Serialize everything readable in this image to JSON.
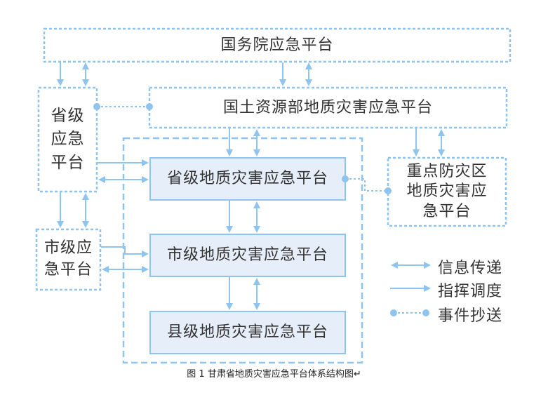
{
  "colors": {
    "dashed_border": "#8ec4ee",
    "solid_border": "#8ec4ee",
    "box_fill": "#e6eef9",
    "arrow": "#8ec4ee",
    "text": "#333333"
  },
  "nodes": {
    "state_council": "国务院应急平台",
    "ministry": "国土资源部地质灾害应急平台",
    "province_general": [
      "省级",
      "应急",
      "平台"
    ],
    "city_general": [
      "市级应",
      "急平台"
    ],
    "key_area": [
      "重点防灾区",
      "地质灾害应",
      "急平台"
    ],
    "province_geo": "省级地质灾害应急平台",
    "city_geo": "市级地质灾害应急平台",
    "county_geo": "县级地质灾害应急平台"
  },
  "legend": {
    "info_transfer": "信息传递",
    "command_dispatch": "指挥调度",
    "event_cc": "事件抄送"
  },
  "caption": "图 1 甘肃省地质灾害应急平台体系结构图↵"
}
